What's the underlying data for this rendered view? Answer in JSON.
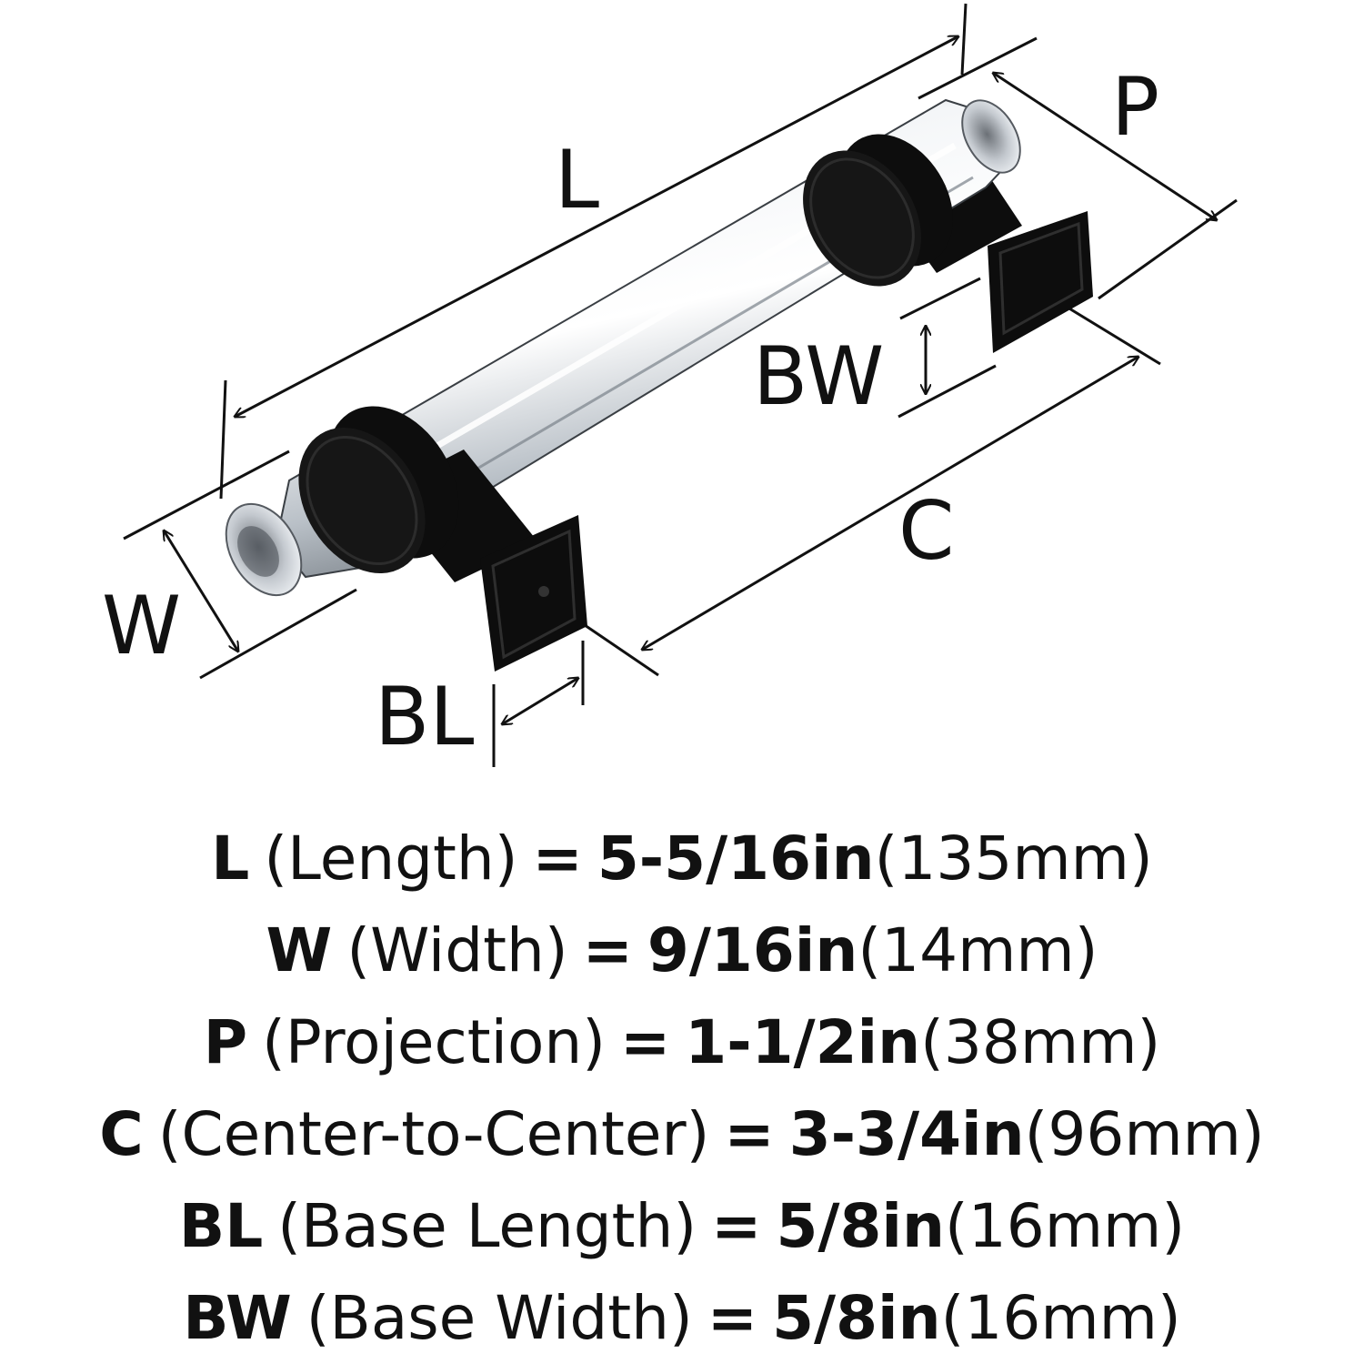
{
  "colors": {
    "ink": "#111111",
    "hardware_black": "#0d0d0d",
    "chrome": "#c9ced4",
    "background": "#ffffff"
  },
  "diagram": {
    "labels": {
      "L": "L",
      "P": "P",
      "BW": "BW",
      "C": "C",
      "W": "W",
      "BL": "BL"
    }
  },
  "specs": [
    {
      "key": "L",
      "name": "(Length)",
      "eq": "=",
      "imperial": "5-5/16in",
      "metric": "(135mm)"
    },
    {
      "key": "W",
      "name": "(Width)",
      "eq": "=",
      "imperial": "9/16in",
      "metric": "(14mm)"
    },
    {
      "key": "P",
      "name": "(Projection)",
      "eq": "=",
      "imperial": "1-1/2in",
      "metric": "(38mm)"
    },
    {
      "key": "C",
      "name": "(Center-to-Center)",
      "eq": "=",
      "imperial": "3-3/4in",
      "metric": "(96mm)"
    },
    {
      "key": "BL",
      "name": "(Base Length)",
      "eq": "=",
      "imperial": "5/8in",
      "metric": "(16mm)"
    },
    {
      "key": "BW",
      "name": "(Base Width)",
      "eq": "=",
      "imperial": "5/8in",
      "metric": "(16mm)"
    }
  ]
}
